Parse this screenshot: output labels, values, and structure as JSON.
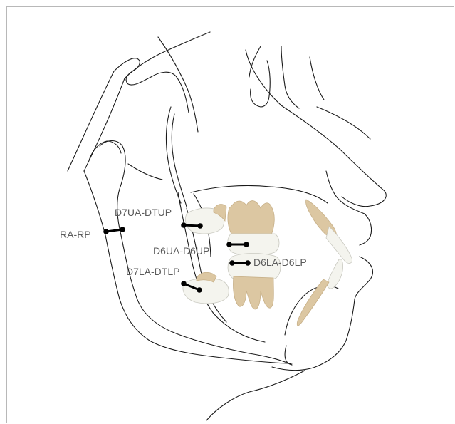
{
  "labels": {
    "ra_rp": "RA-RP",
    "d7ua_dtup": "D7UA-DTUP",
    "d6ua_d6up": "D6UA-D6UP",
    "d6la_d6lp": "D6LA-D6LP",
    "d7la_dtlp": "D7LA-DTLP"
  },
  "colors": {
    "outline": "#1a1a1a",
    "tooth_root": "#dcc7a2",
    "tooth_crown": "#f4f4ee",
    "measurement": "#000000",
    "label_text": "#5c5c5c",
    "frame": "#b8b8b8"
  }
}
